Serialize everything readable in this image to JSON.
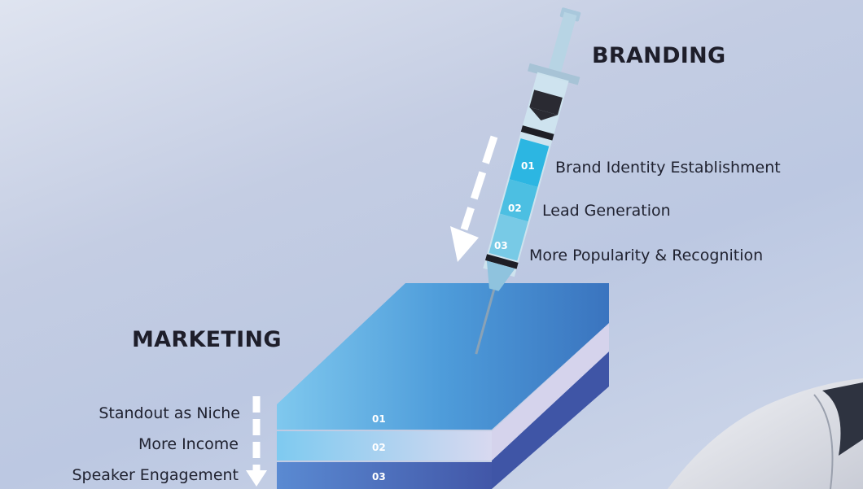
{
  "branding": {
    "heading": "BRANDING",
    "items": [
      {
        "num": "01",
        "label": "Brand Identity Establishment"
      },
      {
        "num": "02",
        "label": "Lead Generation"
      },
      {
        "num": "03",
        "label": "More Popularity & Recognition"
      }
    ]
  },
  "marketing": {
    "heading": "MARKETING",
    "items": [
      {
        "num": "01",
        "label": "Standout as Niche"
      },
      {
        "num": "02",
        "label": "More Income"
      },
      {
        "num": "03",
        "label": "Speaker Engagement"
      }
    ]
  },
  "colors": {
    "heading": "#1e1e2a",
    "text": "#202230",
    "layer_top": "#4f9ad9",
    "layer_mid": "#8ec8ee",
    "layer_bottom": "#4c6ab4",
    "syringe_fluid_1": "#2cb6e2",
    "syringe_fluid_2": "#4cbfe2",
    "syringe_fluid_3": "#78cae6"
  }
}
